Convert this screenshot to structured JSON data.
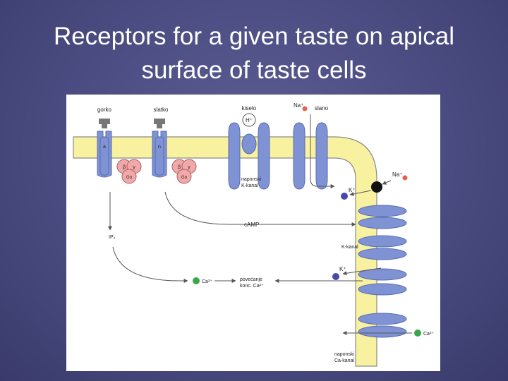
{
  "title": {
    "line1": "Receptors for a given taste on apical",
    "line2": "surface of taste cells"
  },
  "diagram": {
    "labels": {
      "gorko": "gorko",
      "slatko": "slatko",
      "kiselo": "kiselo",
      "slano": "slano",
      "receptor_a": "a",
      "receptor_n": "n",
      "beta": "β",
      "gamma": "γ",
      "g_alpha": "Gα",
      "h_plus": "H⁺",
      "na_plus": "Na⁺",
      "k_plus": "K⁺",
      "naponski_k_kanal_1": "naponski",
      "naponski_k_kanal_2": "K-kanal",
      "camp": "cAMP",
      "ip3": "IP₃",
      "k_kanal": "K-kanal",
      "ca2": "Ca²⁺",
      "povecanje_1": "povećanje",
      "povecanje_2": "konc. Ca²⁺",
      "naponski_ca_kanal_1": "naponski",
      "naponski_ca_kanal_2": "Ca-kanal"
    },
    "colors": {
      "membrane": "#f8f2a0",
      "membrane_edge": "#8a8a8a",
      "channel": "#7f92d4",
      "channel_edge": "#5a6cb0",
      "g_protein": "#f0a8a8",
      "g_protein_edge": "#b06060",
      "ligand": "#777777",
      "na_dot": "#e8604c",
      "k_dot": "#4848a8",
      "ca_dot": "#3aa84a",
      "arrow": "#555555"
    }
  }
}
